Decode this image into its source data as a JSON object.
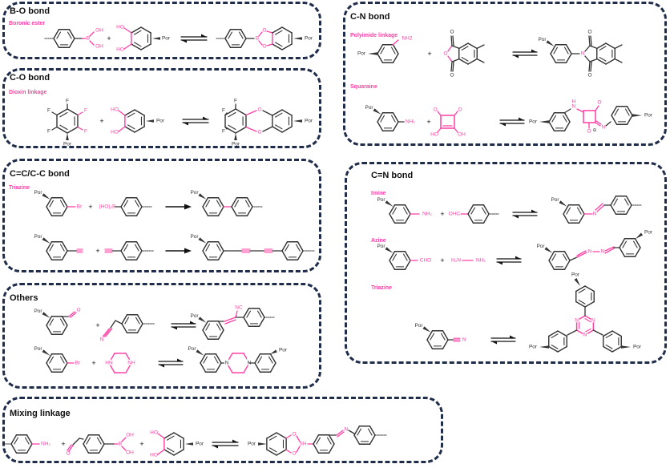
{
  "colors": {
    "border": "#1f2d4a",
    "highlight": "#ff3fa4",
    "bond": "#333333",
    "title": "#111111"
  },
  "panels": {
    "bo": {
      "title": "B-O bond",
      "subs": [
        "Boronic ester"
      ]
    },
    "co": {
      "title": "C-O bond",
      "subs": [
        "Dioxin linkage"
      ]
    },
    "cn": {
      "title": "C-N bond",
      "subs": [
        "Polyimide linkage",
        "Squaraine"
      ]
    },
    "cc": {
      "title": "C=C/C-C bond",
      "subs": [
        "Triazine"
      ]
    },
    "cnd": {
      "title": "C=N bond",
      "subs": [
        "Imine",
        "Azine",
        "Triazine"
      ]
    },
    "oth": {
      "title": "Others",
      "subs": []
    },
    "mix": {
      "title": "Mixing linkage",
      "subs": []
    }
  },
  "labels": {
    "por": "Por",
    "oh": "OH",
    "ho": "HO",
    "b": "B",
    "o": "O",
    "f": "F",
    "nh2": "NH2",
    "nh2s": "NH₂",
    "br": "Br",
    "hob": "(HO)₂B",
    "ohc": "OHC",
    "cho": "CHO",
    "h2n": "H₂N",
    "n": "N",
    "nc": "NC",
    "hn": "HN",
    "nh": "NH",
    "h": "H",
    "sh": "SH",
    "plus": "+",
    "minus": "⊖"
  },
  "arrows": {
    "bo": "equilibrium",
    "co": "equilibrium",
    "pi": "equilibrium",
    "sq": "equilibrium",
    "cc1": "forward",
    "cc2": "forward",
    "im": "equilibrium",
    "az": "equilibrium",
    "tz": "equilibrium",
    "ot1": "equilibrium",
    "ot2": "equilibrium",
    "mx": "equilibrium"
  }
}
